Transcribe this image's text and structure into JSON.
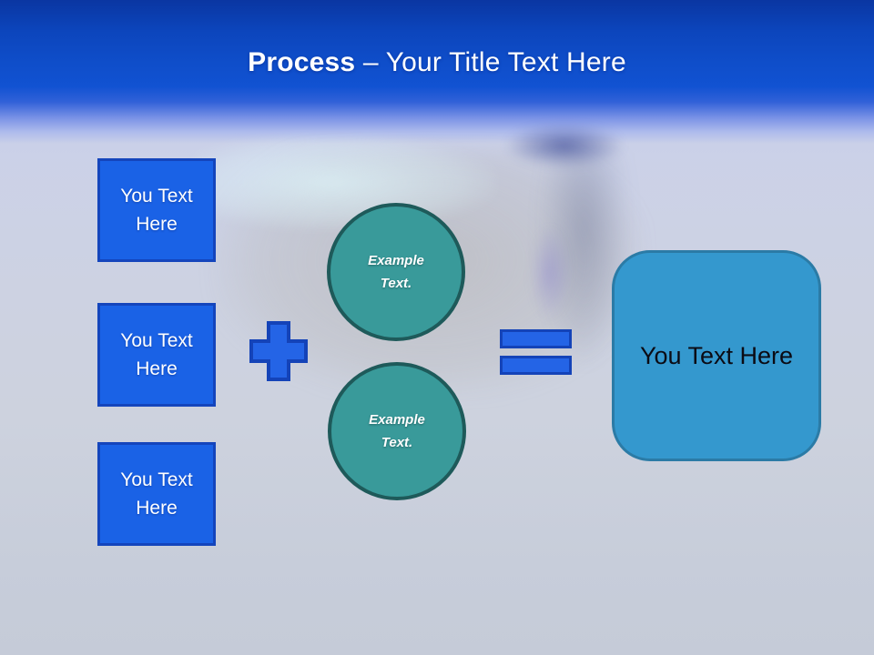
{
  "title": {
    "bold": "Process",
    "rest": " – Your Title Text Here"
  },
  "left_boxes": [
    {
      "label": "You Text Here"
    },
    {
      "label": "You Text Here"
    },
    {
      "label": "You Text Here"
    }
  ],
  "circles": [
    {
      "label": "Example Text."
    },
    {
      "label": "Example Text."
    }
  ],
  "result_box": {
    "label": "You Text Here"
  },
  "operators": {
    "plus": "plus",
    "equals": "equals"
  },
  "colors": {
    "header_top": "#0A36A2",
    "header_mid": "#1152D2",
    "box_fill": "#1A62E6",
    "box_border": "#1445BC",
    "operator_fill": "#2464E6",
    "operator_border": "#1443B8",
    "circle_fill": "#399A9A",
    "circle_border": "#1E5A5A",
    "result_fill": "#3498CE",
    "result_border": "#2B7BA6",
    "background": "#CBD1E2",
    "title_text": "#FFFFFF",
    "result_text": "#000000"
  }
}
